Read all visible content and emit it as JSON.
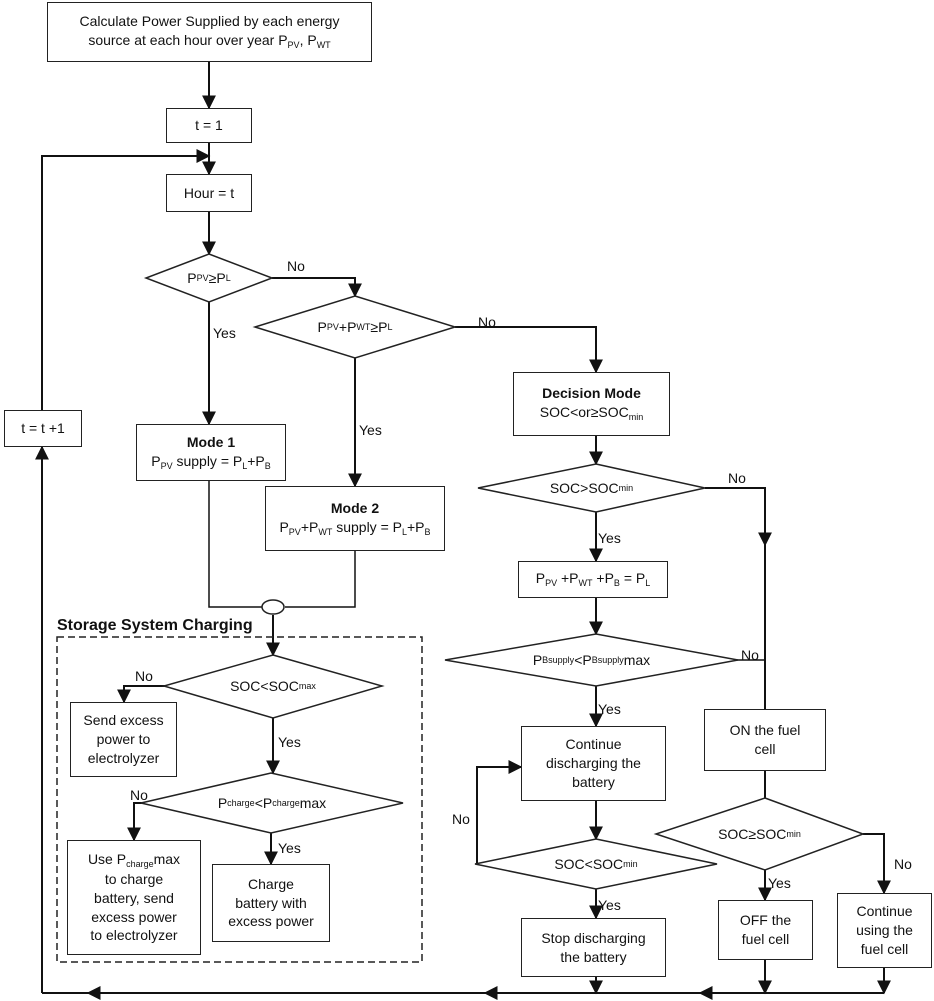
{
  "calc_box": {
    "line1": "Calculate Power Supplied by each energy",
    "line2": "source at each hour over year P",
    "sub1": "PV",
    "sep": ", P",
    "sub2": "WT"
  },
  "t_init": "t = 1",
  "hour": "Hour = t",
  "t_inc": "t = t +1",
  "d1": {
    "a": "P",
    "sa": "PV",
    "op": "≥P",
    "sb": "L"
  },
  "d2": {
    "a": "P",
    "sa": "PV",
    "b": "+P",
    "sb": "WT",
    "op": " ≥P",
    "sc": "L"
  },
  "mode1": {
    "title": "Mode 1",
    "a": "P",
    "sa": "PV",
    "rest": " supply = P",
    "sb": "L",
    "plus": "+P",
    "sc": "B"
  },
  "mode2": {
    "title": "Mode 2",
    "a": "P",
    "sa": "PV",
    "b": "+P",
    "sb": "WT",
    "rest": " supply = P",
    "sc": "L",
    "plus": "+P",
    "sd": "B"
  },
  "decision": {
    "title": "Decision Mode",
    "a": "SOC<or≥SOC",
    "sa": "min"
  },
  "d_soc_gt": {
    "a": "SOC>SOC",
    "sa": "min"
  },
  "balance": {
    "a": "P",
    "sa": "PV",
    "b": " +P",
    "sb": "WT",
    "c": " +P",
    "sc": "B",
    "d": " = P",
    "sd": "L"
  },
  "d_bsupply": {
    "a": "P",
    "sa": "Bsupply",
    "b": "<P",
    "sb": "Bsupply",
    "c": "max"
  },
  "continue_dis": {
    "l1": "Continue",
    "l2": "discharging the",
    "l3": "battery"
  },
  "d_soc_lt_min": {
    "a": "SOC<SOC",
    "sa": "min"
  },
  "stop_dis": {
    "l1": "Stop discharging",
    "l2": "the battery"
  },
  "on_fc": {
    "l1": "ON the fuel",
    "l2": "cell"
  },
  "d_soc_ge_min": {
    "a": "SOC≥SOC",
    "sa": "min"
  },
  "off_fc": {
    "l1": "OFF the",
    "l2": "fuel cell"
  },
  "cont_fc": {
    "l1": "Continue",
    "l2": "using the",
    "l3": "fuel cell"
  },
  "storage": {
    "title": "Storage System Charging",
    "d_soc_max": {
      "a": "SOC<SOC",
      "sa": "max"
    },
    "send_excess": {
      "l1": "Send excess",
      "l2": "power to",
      "l3": "electrolyzer"
    },
    "d_pcharge": {
      "a": "P",
      "sa": "charge",
      "b": "<P",
      "sb": "charge",
      "c": "max"
    },
    "use_pcharge": {
      "a": "Use P",
      "sa": "charge",
      "b": "max",
      "l2": "to charge",
      "l3": "battery, send",
      "l4": "excess power",
      "l5": "to electrolyzer"
    },
    "charge_batt": {
      "l1": "Charge",
      "l2": "battery with",
      "l3": "excess power"
    }
  },
  "labels": {
    "yes": "Yes",
    "no": "No"
  }
}
